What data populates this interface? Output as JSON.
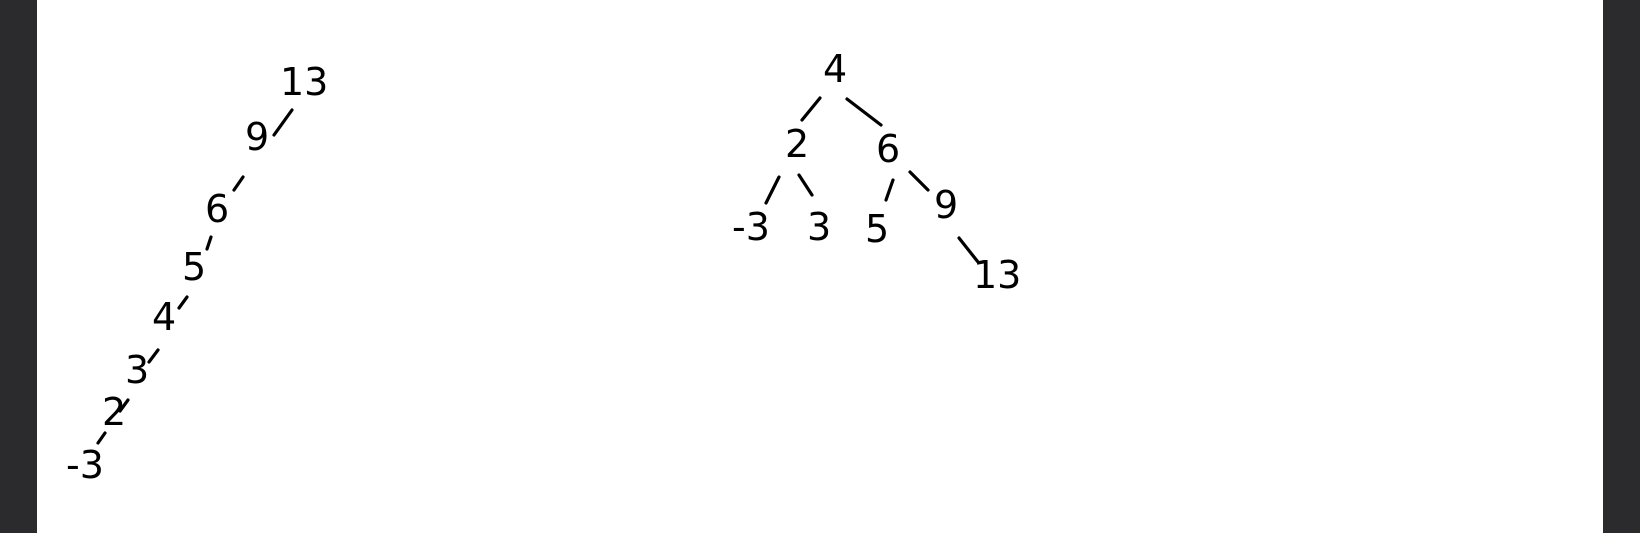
{
  "diagrams": {
    "left_chain": {
      "nodes": [
        {
          "id": "n13",
          "label": "13"
        },
        {
          "id": "n9",
          "label": "9"
        },
        {
          "id": "n6",
          "label": "6"
        },
        {
          "id": "n5",
          "label": "5"
        },
        {
          "id": "n4",
          "label": "4"
        },
        {
          "id": "n3",
          "label": "3"
        },
        {
          "id": "n2",
          "label": "2"
        },
        {
          "id": "nm3",
          "label": "-3"
        }
      ],
      "edges": [
        [
          "n13",
          "n9"
        ],
        [
          "n9",
          "n6"
        ],
        [
          "n6",
          "n5"
        ],
        [
          "n5",
          "n4"
        ],
        [
          "n4",
          "n3"
        ],
        [
          "n3",
          "n2"
        ],
        [
          "n2",
          "nm3"
        ]
      ]
    },
    "right_tree": {
      "nodes": [
        {
          "id": "t4",
          "label": "4"
        },
        {
          "id": "t2",
          "label": "2"
        },
        {
          "id": "t6",
          "label": "6"
        },
        {
          "id": "tm3",
          "label": "-3"
        },
        {
          "id": "t3",
          "label": "3"
        },
        {
          "id": "t5",
          "label": "5"
        },
        {
          "id": "t9",
          "label": "9"
        },
        {
          "id": "t13",
          "label": "13"
        }
      ],
      "edges": [
        [
          "t4",
          "t2"
        ],
        [
          "t4",
          "t6"
        ],
        [
          "t2",
          "tm3"
        ],
        [
          "t2",
          "t3"
        ],
        [
          "t6",
          "t5"
        ],
        [
          "t6",
          "t9"
        ],
        [
          "t9",
          "t13"
        ]
      ]
    }
  },
  "colors": {
    "background": "#2b2b2d",
    "page": "#ffffff",
    "ink": "#000000"
  }
}
